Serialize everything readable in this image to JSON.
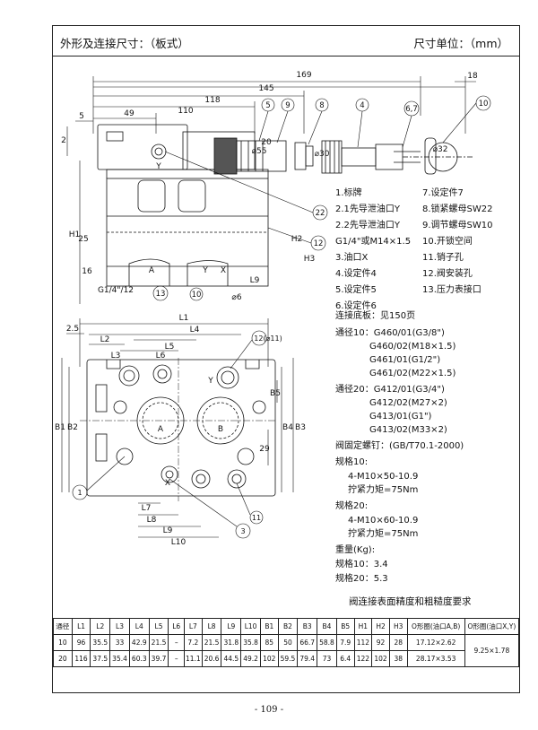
{
  "header": {
    "title": "外形及连接尺寸：（板式）",
    "unit": "尺寸单位：（mm）"
  },
  "top_view": {
    "dims": {
      "d169": "169",
      "d145": "145",
      "d118": "118",
      "d110": "110",
      "d49": "49",
      "d5": "5",
      "d18": "18",
      "d2": "2",
      "d20": "20",
      "dH1": "H1",
      "dH2": "H2",
      "dH3": "H3",
      "d25": "25",
      "d16": "16",
      "dphi55": "⌀55",
      "dphi30": "⌀30",
      "dphi32": "⌀32",
      "dphi6": "⌀6",
      "dL9": "L9",
      "pA": "A",
      "pY": "Y",
      "pY2": "Y",
      "pX": "X",
      "g14": "G1/4\"/12"
    },
    "callouts": [
      "5",
      "9",
      "8",
      "4",
      "6,7",
      "10",
      "22",
      "12",
      "13",
      "10"
    ]
  },
  "legend": {
    "left": [
      "1.标牌",
      "2.1先导泄油口Y",
      "2.2先导泄油口Y",
      "G1/4\"或M14×1.5",
      "3.油口X",
      "4.设定件4",
      "5.设定件5",
      "6.设定件6"
    ],
    "right": [
      "7.设定件7",
      "8.锁紧螺母SW22",
      "9.调节螺母SW10",
      "10.开锁空间",
      "11.销子孔",
      "12.阀安装孔",
      "13.压力表接口"
    ]
  },
  "bottom_view": {
    "dims": {
      "dL1": "L1",
      "d25": "2.5",
      "dL4": "L4",
      "dL2": "L2",
      "dL3": "L3",
      "dL5": "L5",
      "dL6": "L6",
      "dB1": "B1",
      "dB2": "B2",
      "dB3": "B3",
      "dB4": "B4",
      "dB5": "B5",
      "d29": "29",
      "dL7": "L7",
      "dL8": "L8",
      "dL9": "L9",
      "dL10": "L10",
      "pA": "A",
      "pB": "B",
      "pY": "Y",
      "pX": "X"
    },
    "callouts": [
      "12(⌀11)",
      "1",
      "3",
      "11"
    ]
  },
  "notes": [
    "连接底板：见150页",
    "通径10：G460/01(G3/8\")",
    "G460/02(M18×1.5)",
    "G461/01(G1/2\")",
    "G461/02(M22×1.5)",
    "通径20：G412/01(G3/4\")",
    "G412/02(M27×2)",
    "G413/01(G1\")",
    "G413/02(M33×2)",
    "阀固定螺钉：(GB/T70.1-2000)",
    "规格10:",
    "4-M10×50-10.9",
    "拧紧力矩=75Nm",
    "规格20:",
    "4-M10×60-10.9",
    "拧紧力矩=75Nm",
    "重量(Kg):",
    "规格10：3.4",
    "规格20：5.3"
  ],
  "footnote": "阀连接表面精度和粗糙度要求",
  "table": {
    "headers": [
      "通径",
      "L1",
      "L2",
      "L3",
      "L4",
      "L5",
      "L6",
      "L7",
      "L8",
      "L9",
      "L10",
      "B1",
      "B2",
      "B3",
      "B4",
      "B5",
      "H1",
      "H2",
      "H3",
      "O形圈(油口A,B)",
      "O形圈(油口X,Y)"
    ],
    "rows": [
      [
        "10",
        "96",
        "35.5",
        "33",
        "42.9",
        "21.5",
        "–",
        "7.2",
        "21.5",
        "31.8",
        "35.8",
        "85",
        "50",
        "66.7",
        "58.8",
        "7.9",
        "112",
        "92",
        "28",
        "17.12×2.62"
      ],
      [
        "20",
        "116",
        "37.5",
        "35.4",
        "60.3",
        "39.7",
        "–",
        "11.1",
        "20.6",
        "44.5",
        "49.2",
        "102",
        "59.5",
        "79.4",
        "73",
        "6.4",
        "122",
        "102",
        "38",
        "28.17×3.53"
      ]
    ],
    "shared_oring_xy": "9.25×1.78"
  },
  "page_number": "- 109 -"
}
